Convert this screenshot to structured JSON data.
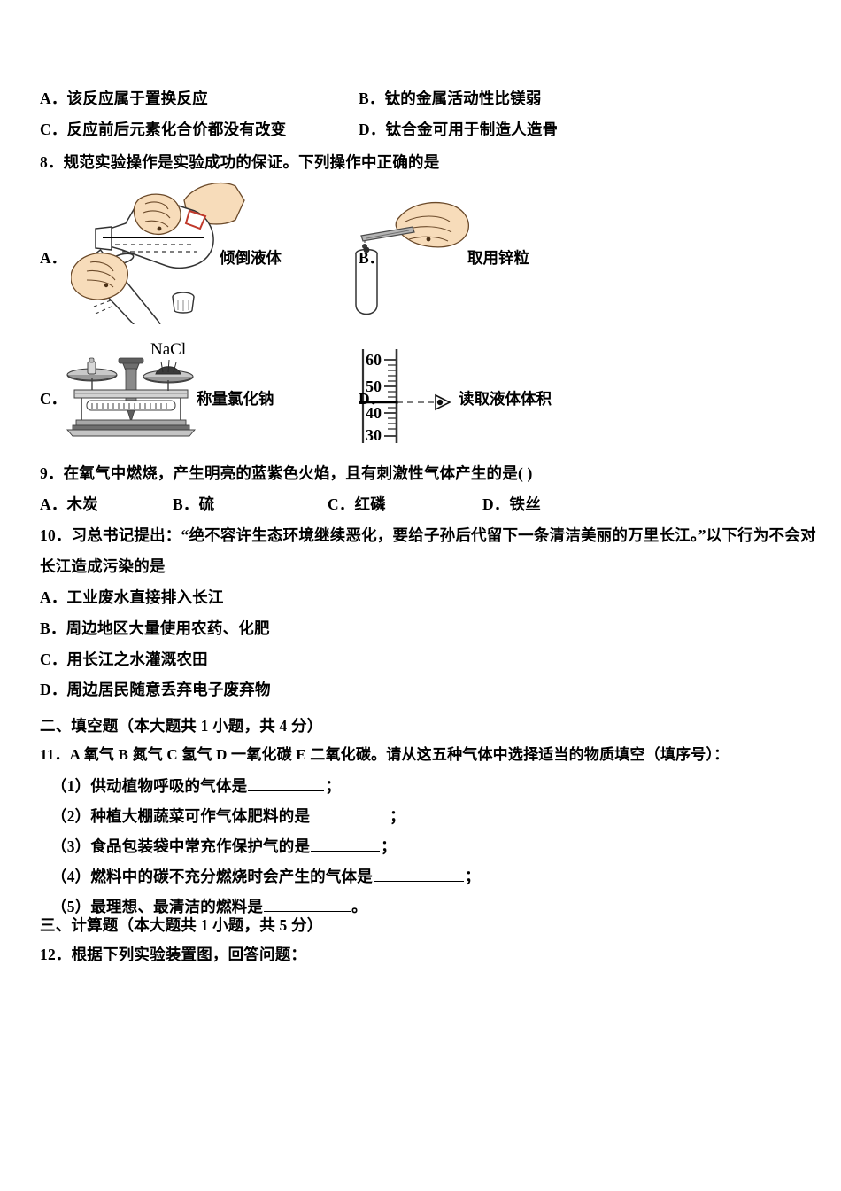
{
  "document": {
    "type": "chemistry-exam-paper",
    "language": "zh-CN"
  },
  "question7_options": {
    "a_letter": "A．",
    "a_text": "该反应属于置换反应",
    "b_letter": "B．",
    "b_text": "钛的金属活动性比镁弱",
    "c_letter": "C．",
    "c_text": "反应前后元素化合价都没有改变",
    "d_letter": "D．",
    "d_text": "钛合金可用于制造人造骨"
  },
  "question8": {
    "stem": "8．规范实验操作是实验成功的保证。下列操作中正确的是",
    "options": [
      {
        "letter": "A．",
        "caption": "倾倒液体",
        "figure": "pouring-liquid-figure"
      },
      {
        "letter": "B．",
        "caption": "取用锌粒",
        "figure": "zinc-granule-tweezers-figure"
      },
      {
        "letter": "C．",
        "caption": "称量氯化钠",
        "figure": "balance-scale-figure",
        "substance_label": "NaCl"
      },
      {
        "letter": "D．",
        "caption": "读取液体体积",
        "figure": "graduated-cylinder-figure",
        "scale_ticks": [
          "60",
          "50",
          "40",
          "30"
        ]
      }
    ]
  },
  "question9": {
    "stem": "9．在氧气中燃烧，产生明亮的蓝紫色火焰，且有刺激性气体产生的是(    )",
    "options": [
      {
        "letter": "A．",
        "text": "木炭"
      },
      {
        "letter": "B．",
        "text": "硫"
      },
      {
        "letter": "C．",
        "text": "红磷"
      },
      {
        "letter": "D．",
        "text": "铁丝"
      }
    ]
  },
  "question10": {
    "stem_line1": "10．习总书记提出：“绝不容许生态环境继续恶化，要给子孙后代留下一条清洁美丽的万里长江。”以下行为不会对",
    "stem_line2": "长江造成污染的是",
    "options": [
      {
        "letter": "A．",
        "text": "工业废水直接排入长江"
      },
      {
        "letter": "B．",
        "text": "周边地区大量使用农药、化肥"
      },
      {
        "letter": "C．",
        "text": "用长江之水灌溉农田"
      },
      {
        "letter": "D．",
        "text": "周边居民随意丢弃电子废弃物"
      }
    ]
  },
  "section2": {
    "heading": "二、填空题（本大题共 1 小题，共 4 分）",
    "question11_stem": "11．A 氧气    B 氮气    C 氢气    D 一氧化碳    E 二氧化碳。请从这五种气体中选择适当的物质填空（填序号）：",
    "blanks": [
      {
        "number": "（1）",
        "text": "供动植物呼吸的气体是",
        "tail": "；",
        "underline_width": 86
      },
      {
        "number": "（2）",
        "text": "种植大棚蔬菜可作气体肥料的是",
        "tail": "；",
        "underline_width": 88
      },
      {
        "number": "（3）",
        "text": "食品包装袋中常充作保护气的是",
        "tail": "；",
        "underline_width": 78
      },
      {
        "number": "（4）",
        "text": "燃料中的碳不充分燃烧时会产生的气体是",
        "tail": "；",
        "underline_width": 102
      },
      {
        "number": "（5）",
        "text": "最理想、最清洁的燃料是",
        "tail": "。",
        "underline_width": 98
      }
    ]
  },
  "section3": {
    "heading": "三、计算题（本大题共 1 小题，共 5 分）",
    "question12_stem": "12．根据下列实验装置图，回答问题："
  },
  "colors": {
    "skin": "#f7dcba",
    "skin_outline": "#6b4a2a",
    "glass_outline": "#333333",
    "metal_gray": "#9a9a9a",
    "balance_dark": "#3f3f3f",
    "balance_mid": "#8a8a8a",
    "balance_light": "#c9c9c9",
    "red_accent": "#c0392b",
    "text": "#000000"
  }
}
